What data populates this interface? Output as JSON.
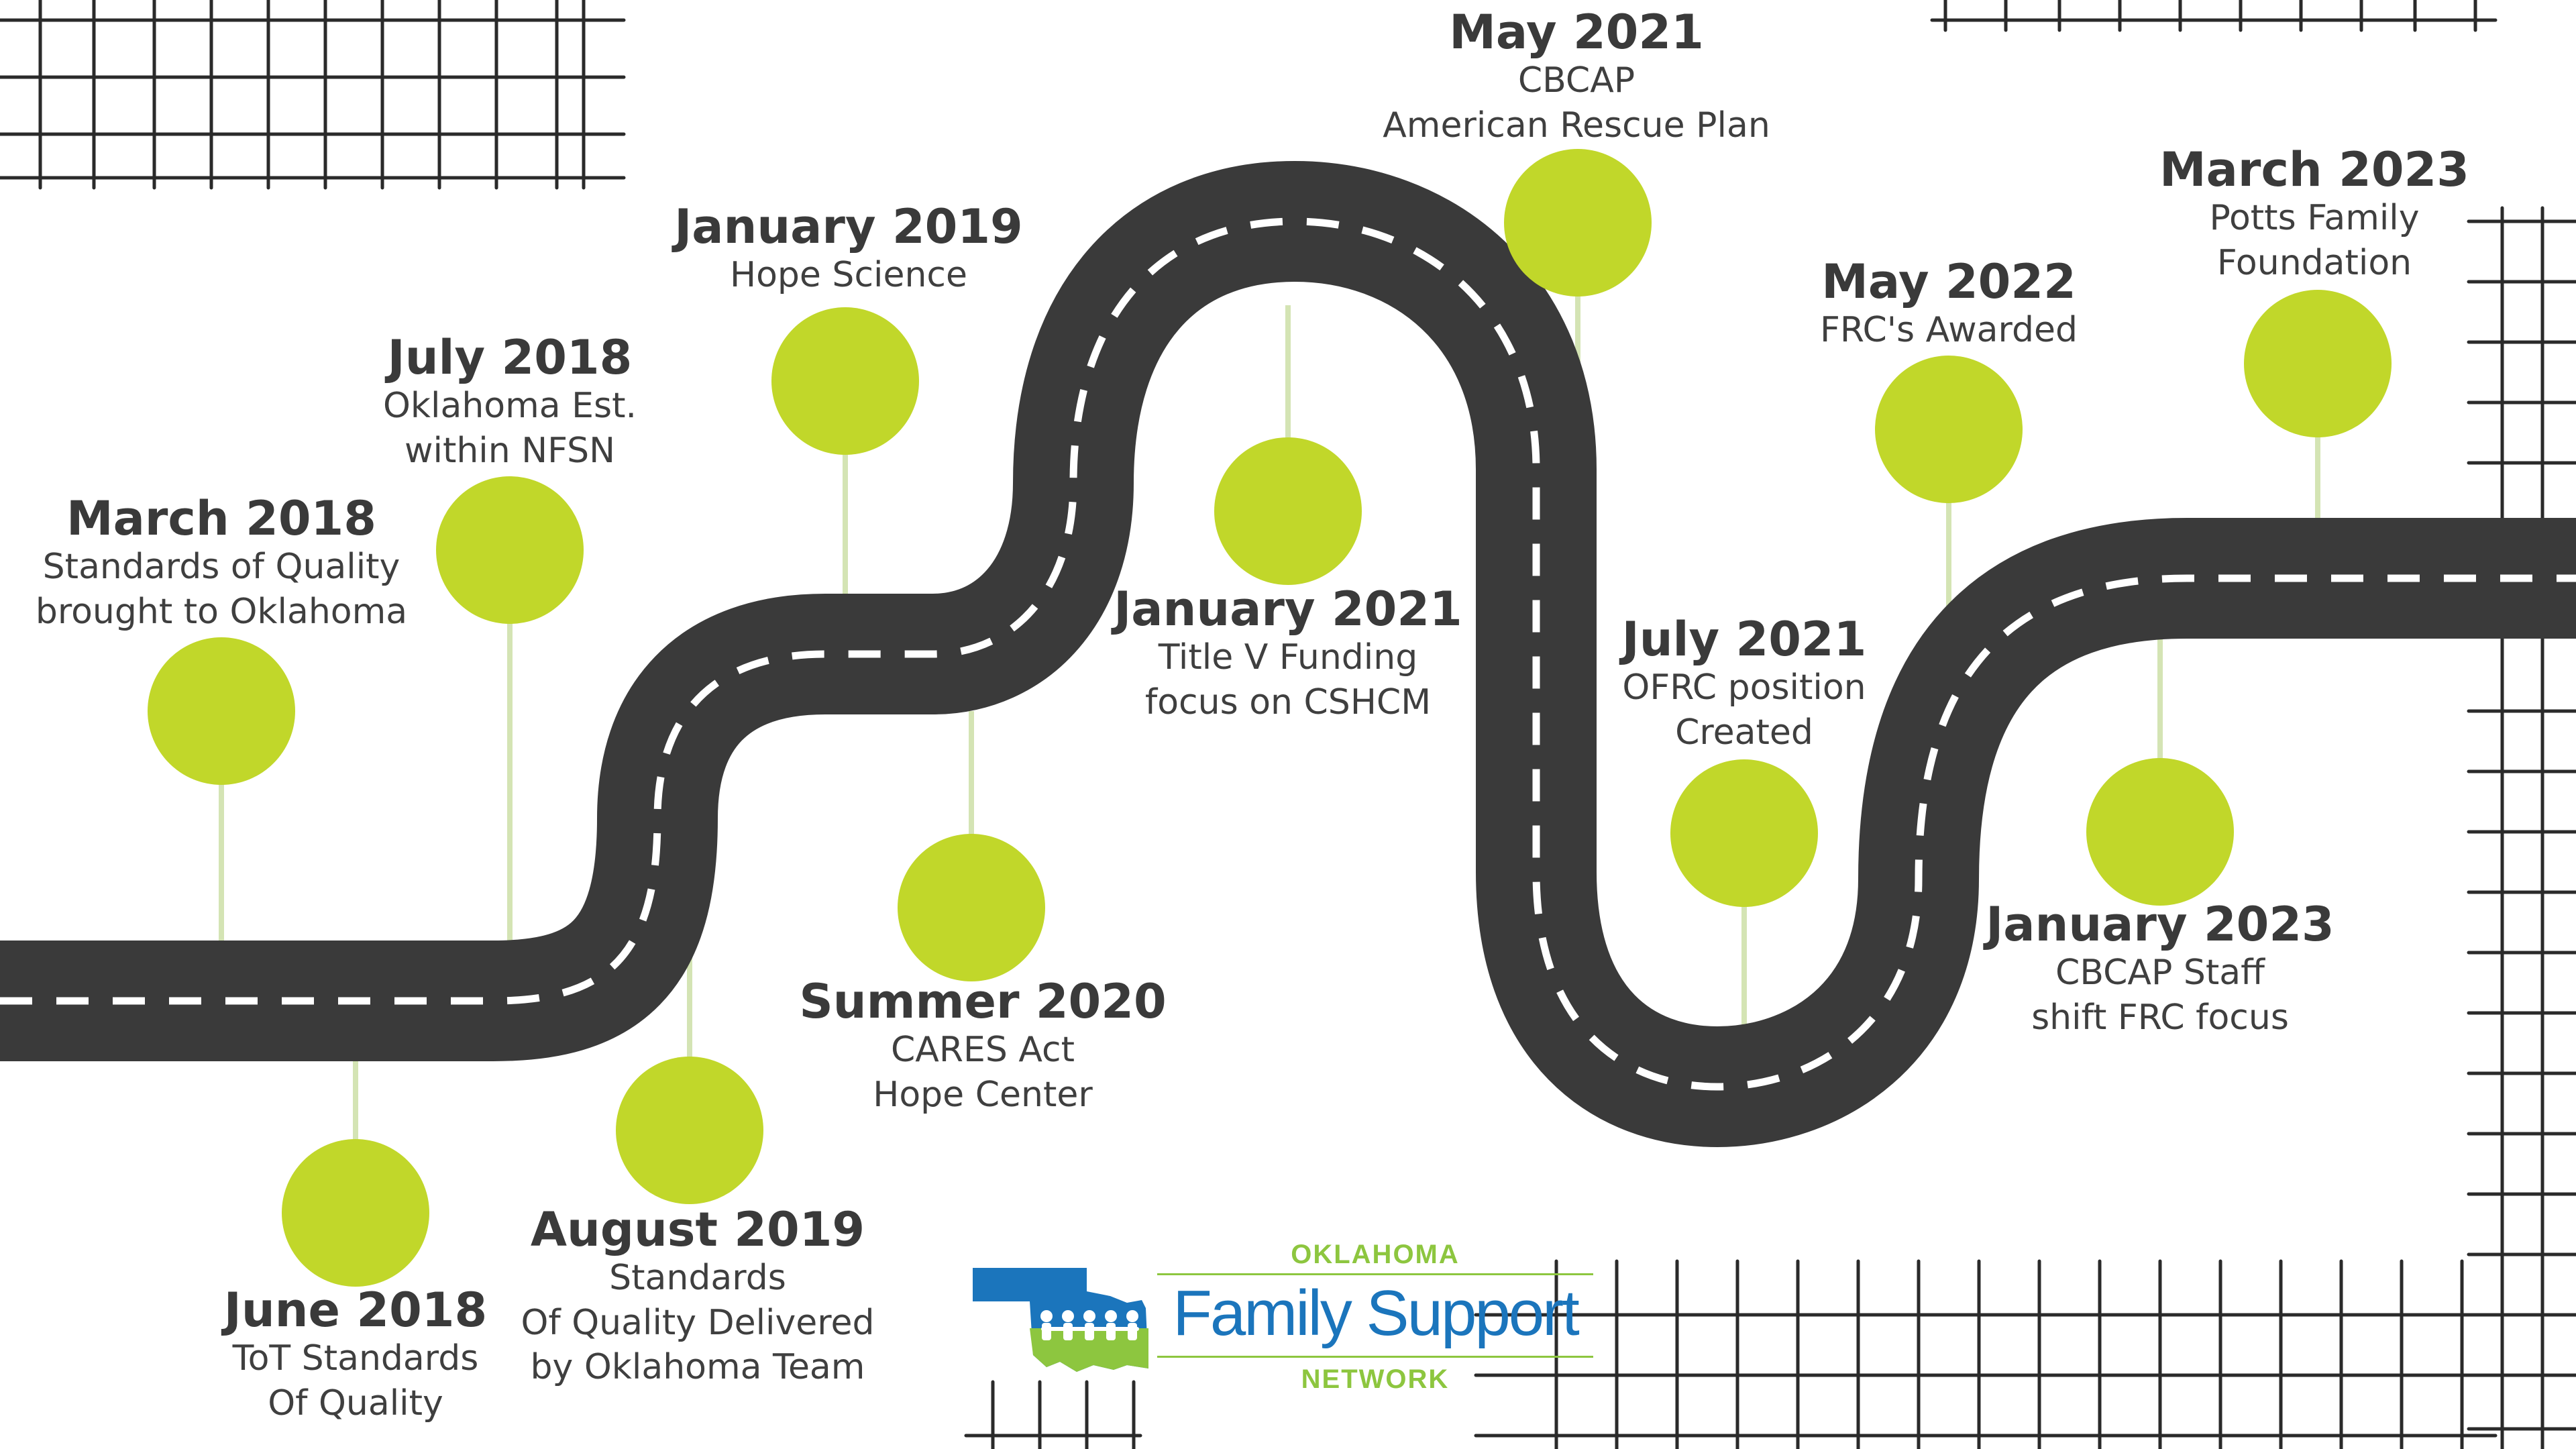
{
  "colors": {
    "road": "#3a3a3a",
    "dash": "#ffffff",
    "milestone": "#c1d72a",
    "stem": "#d4e4b4",
    "grid": "#2a2a2a",
    "logo_blue": "#1b75bc",
    "logo_green": "#8dc63f"
  },
  "milestones": [
    {
      "date": "March 2018",
      "desc": "Standards of Quality brought to Oklahoma"
    },
    {
      "date": "June 2018",
      "desc": "ToT Standards Of Quality"
    },
    {
      "date": "July 2018",
      "desc": "Oklahoma Est. within NFSN"
    },
    {
      "date": "August 2019",
      "desc": "Standards Of Quality Delivered by Oklahoma Team"
    },
    {
      "date": "January 2019",
      "desc": "Hope Science"
    },
    {
      "date": "Summer 2020",
      "desc": "CARES Act Hope Center"
    },
    {
      "date": "January 2021",
      "desc": "Title V Funding focus on CSHCM"
    },
    {
      "date": "May 2021",
      "desc": "CBCAP American Rescue Plan"
    },
    {
      "date": "July 2021",
      "desc": "OFRC position Created"
    },
    {
      "date": "May 2022",
      "desc": "FRC's Awarded"
    },
    {
      "date": "January 2023",
      "desc": "CBCAP Staff shift FRC focus"
    },
    {
      "date": "March 2023",
      "desc": "Potts Family Foundation"
    }
  ],
  "logo": {
    "line1": "OKLAHOMA",
    "line2": "Family Support",
    "line3": "NETWORK",
    "icon": "oklahoma-state-map-with-people-icon"
  }
}
